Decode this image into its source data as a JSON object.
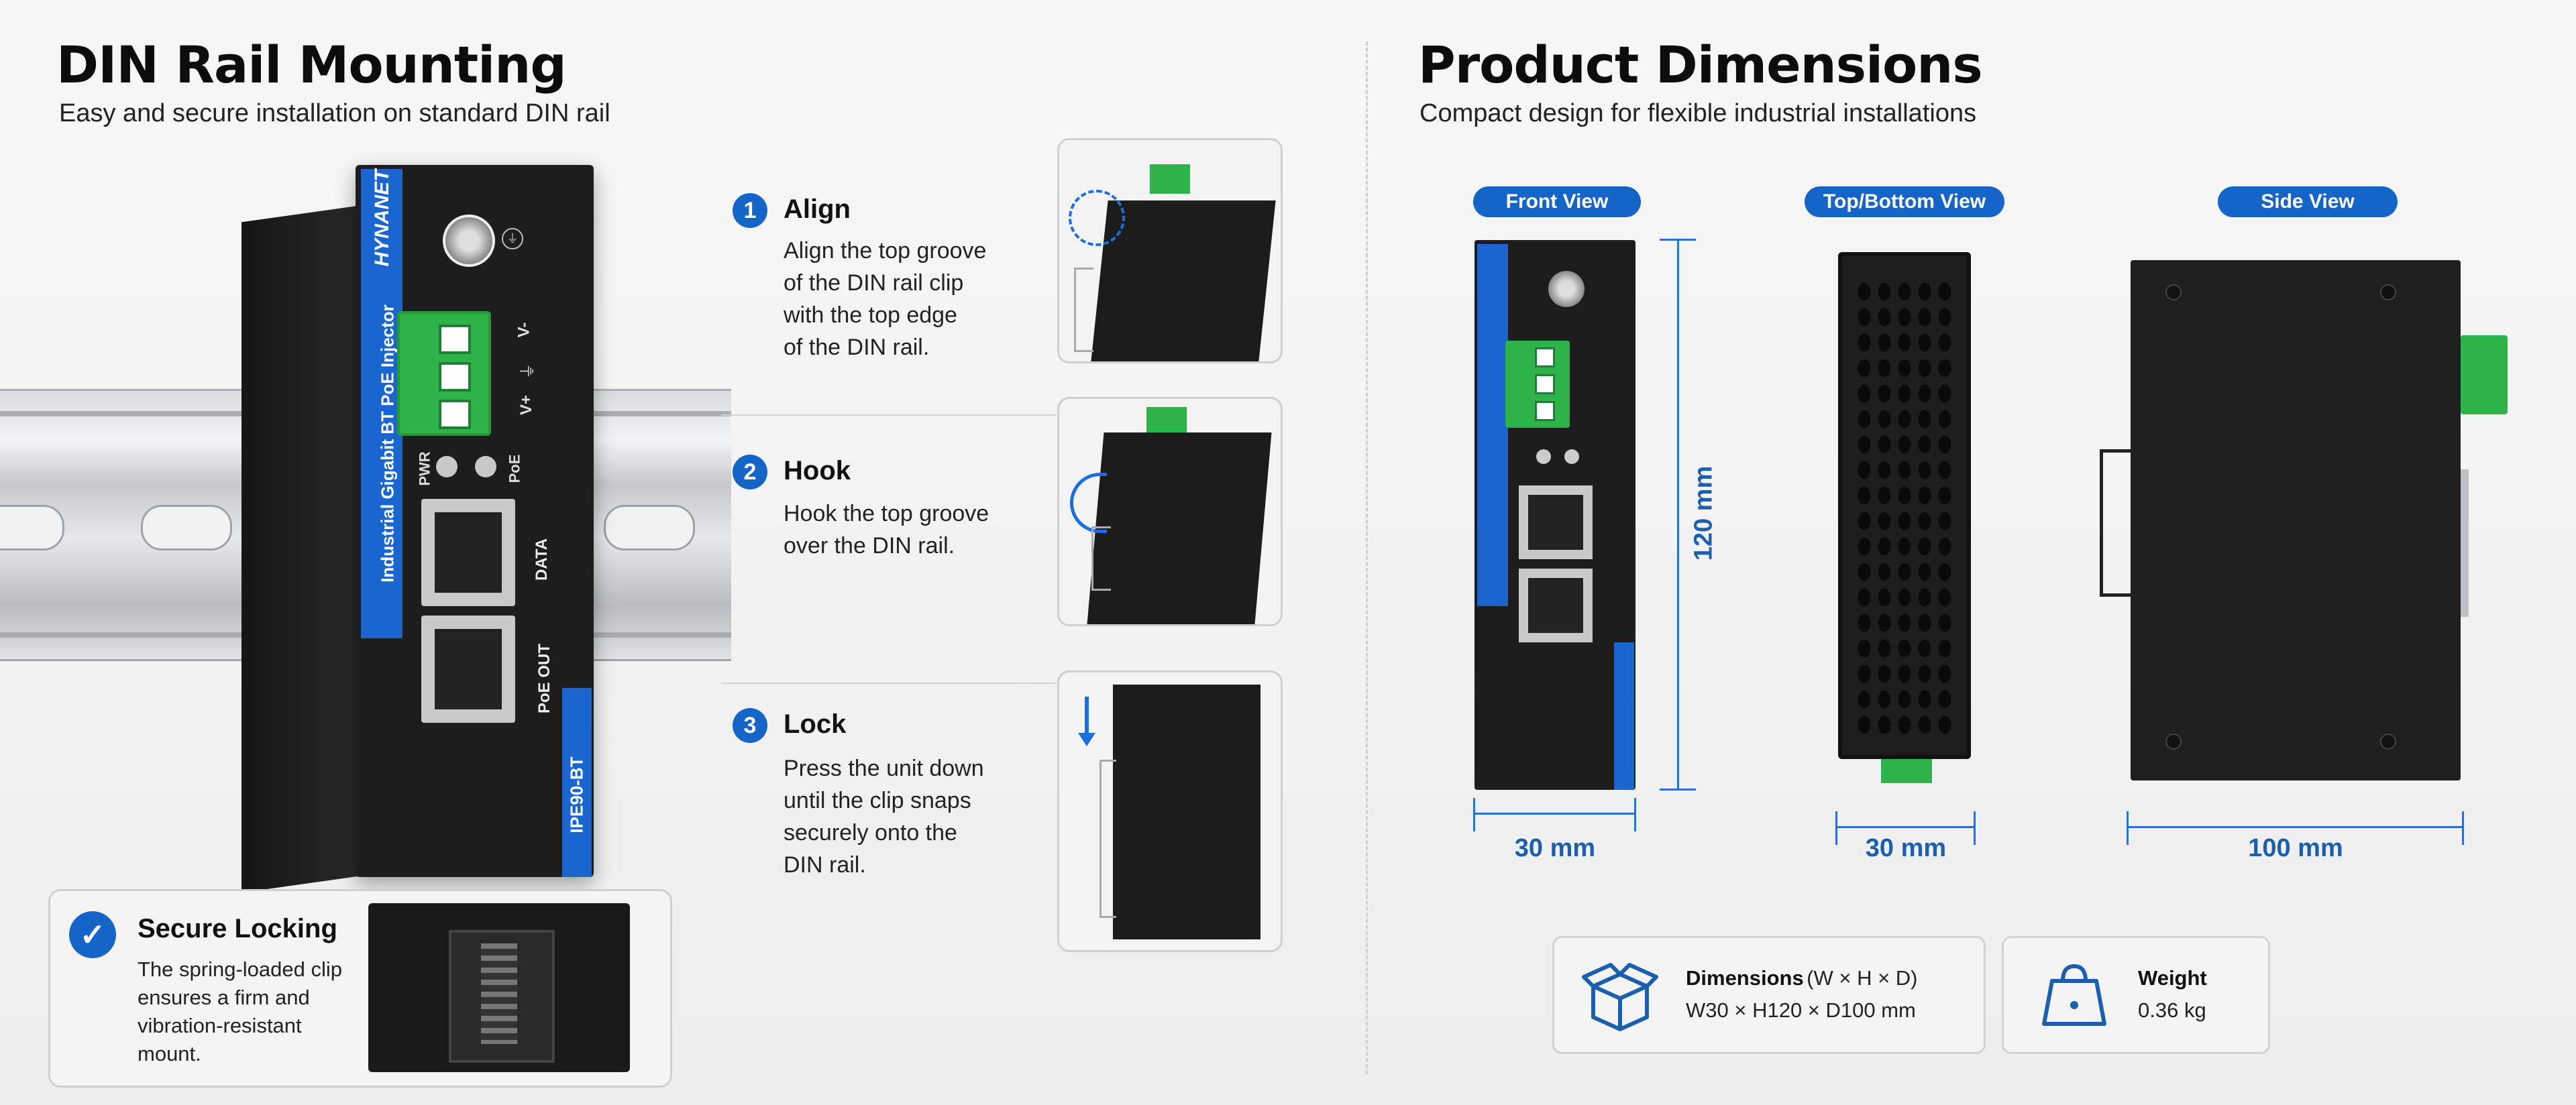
{
  "left": {
    "title": "DIN Rail Mounting",
    "subtitle": "Easy and secure installation on standard DIN rail",
    "device": {
      "brand": "HYNANET",
      "side_label": "Industrial Gigabit BT PoE Injector",
      "model": "IPE90-BT",
      "terminal_labels": [
        "V-",
        "⏚",
        "V+"
      ],
      "led_labels": [
        "PWR",
        "PoE"
      ],
      "port_labels": [
        "DATA",
        "PoE OUT"
      ]
    },
    "steps": [
      {
        "number": "1",
        "title": "Align",
        "lines": [
          "Align the top groove",
          "of the DIN rail clip",
          "with the top edge",
          "of the DIN rail."
        ]
      },
      {
        "number": "2",
        "title": "Hook",
        "lines": [
          "Hook the top groove",
          "over the DIN rail."
        ]
      },
      {
        "number": "3",
        "title": "Lock",
        "lines": [
          "Press the unit down",
          "until the clip snaps",
          "securely onto the",
          "DIN rail."
        ]
      }
    ],
    "secure": {
      "title": "Secure Locking",
      "lines": [
        "The spring-loaded clip",
        "ensures a firm and",
        "vibration-resistant",
        "mount."
      ]
    }
  },
  "right": {
    "title": "Product Dimensions",
    "subtitle": "Compact design for flexible industrial installations",
    "views": {
      "front": "Front View",
      "top": "Top/Bottom View",
      "side": "Side View"
    },
    "dims": {
      "front_width": "30 mm",
      "front_height": "120 mm",
      "top_width": "30 mm",
      "side_width": "100 mm"
    },
    "specs": {
      "dim_title": "Dimensions",
      "dim_unit": "(W × H × D)",
      "dim_value": "W30 × H120 × D100 mm",
      "weight_title": "Weight",
      "weight_value": "0.36 kg"
    }
  },
  "colors": {
    "accent": "#1565c9",
    "terminal": "#2db34a",
    "housing": "#1f1f1f"
  },
  "icons": [
    "check-icon",
    "box-icon",
    "weight-icon",
    "arrow-down-icon",
    "rotate-arrow-icon"
  ]
}
